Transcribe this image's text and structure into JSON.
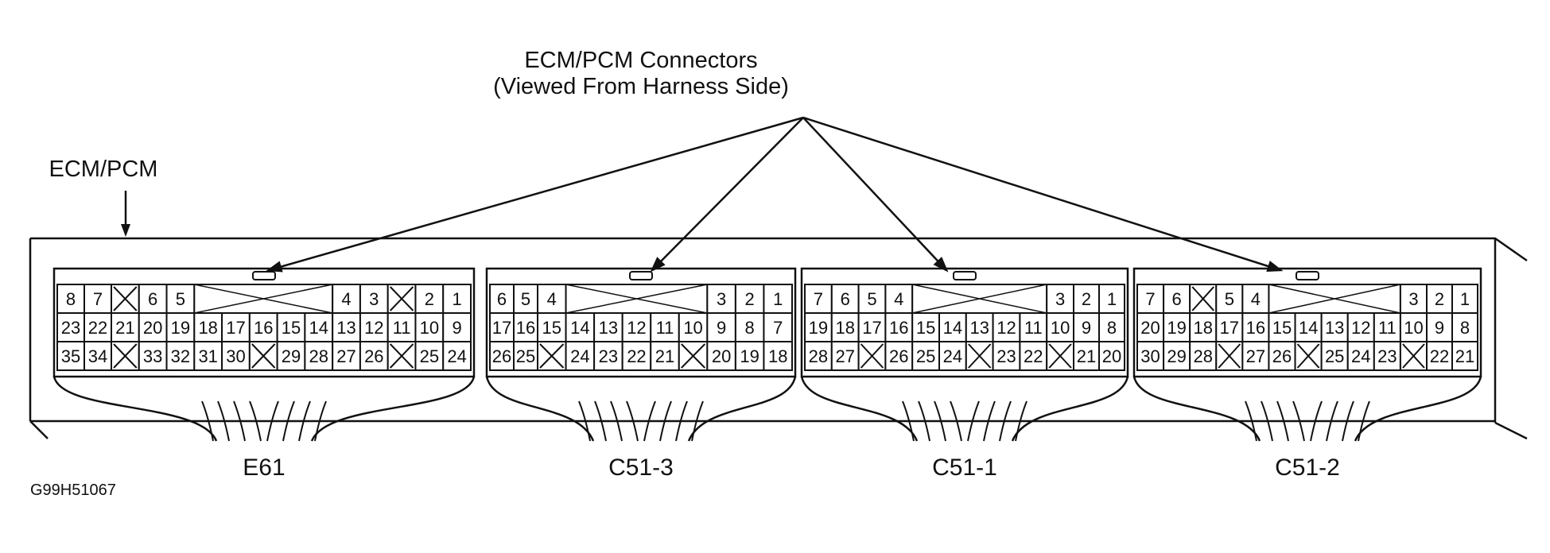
{
  "title": {
    "line1": "ECM/PCM Connectors",
    "line2": "(Viewed From Harness Side)"
  },
  "ecm_label": "ECM/PCM",
  "figure_id": "G99H51067",
  "connectors": [
    {
      "id": "E61",
      "label": "E61",
      "top": [
        [
          "8",
          "7"
        ],
        [
          "23",
          "22"
        ],
        [
          "35",
          "34"
        ]
      ],
      "row1_right": [
        "X",
        "6",
        "5",
        "",
        "",
        "",
        "",
        "4",
        "3",
        "X",
        "2",
        "1"
      ],
      "row2": [
        "21",
        "20",
        "19",
        "18",
        "17",
        "16",
        "15",
        "14",
        "13",
        "12",
        "11",
        "10",
        "9"
      ],
      "row3": [
        "X",
        "33",
        "32",
        "31",
        "30",
        "X",
        "29",
        "28",
        "27",
        "26",
        "X",
        "25",
        "24"
      ]
    },
    {
      "id": "C51-3",
      "label": "C51-3",
      "left": [
        [
          "6",
          "5"
        ],
        [
          "17",
          "16"
        ],
        [
          "26",
          "25"
        ]
      ],
      "row1": [
        "4",
        "",
        "",
        "",
        "",
        "3",
        "2",
        "1"
      ],
      "row2": [
        "15",
        "14",
        "13",
        "12",
        "11",
        "10",
        "9",
        "8",
        "7"
      ],
      "row3": [
        "X",
        "24",
        "23",
        "22",
        "21",
        "X",
        "20",
        "19",
        "18"
      ]
    },
    {
      "id": "C51-1",
      "label": "C51-1",
      "row1": [
        "7",
        "6",
        "5",
        "4",
        "",
        "",
        "",
        "",
        "3"
      ],
      "right": [
        [
          "2",
          "1"
        ],
        [
          "9",
          "8"
        ],
        [
          "21",
          "20"
        ]
      ],
      "row2": [
        "19",
        "18",
        "17",
        "16",
        "15",
        "14",
        "13",
        "12",
        "11",
        "10"
      ],
      "row3": [
        "28",
        "27",
        "X",
        "26",
        "25",
        "24",
        "X",
        "23",
        "22",
        "X"
      ]
    },
    {
      "id": "C51-2",
      "label": "C51-2",
      "row1": [
        "7",
        "6",
        "X",
        "5",
        "4",
        "",
        "",
        "",
        "",
        "3"
      ],
      "right": [
        [
          "2",
          "1"
        ],
        [
          "9",
          "8"
        ],
        [
          "22",
          "21"
        ]
      ],
      "row2": [
        "20",
        "19",
        "18",
        "17",
        "16",
        "15",
        "14",
        "13",
        "12",
        "11",
        "10"
      ],
      "row3": [
        "30",
        "29",
        "28",
        "X",
        "27",
        "26",
        "X",
        "25",
        "24",
        "23",
        "X"
      ]
    }
  ]
}
